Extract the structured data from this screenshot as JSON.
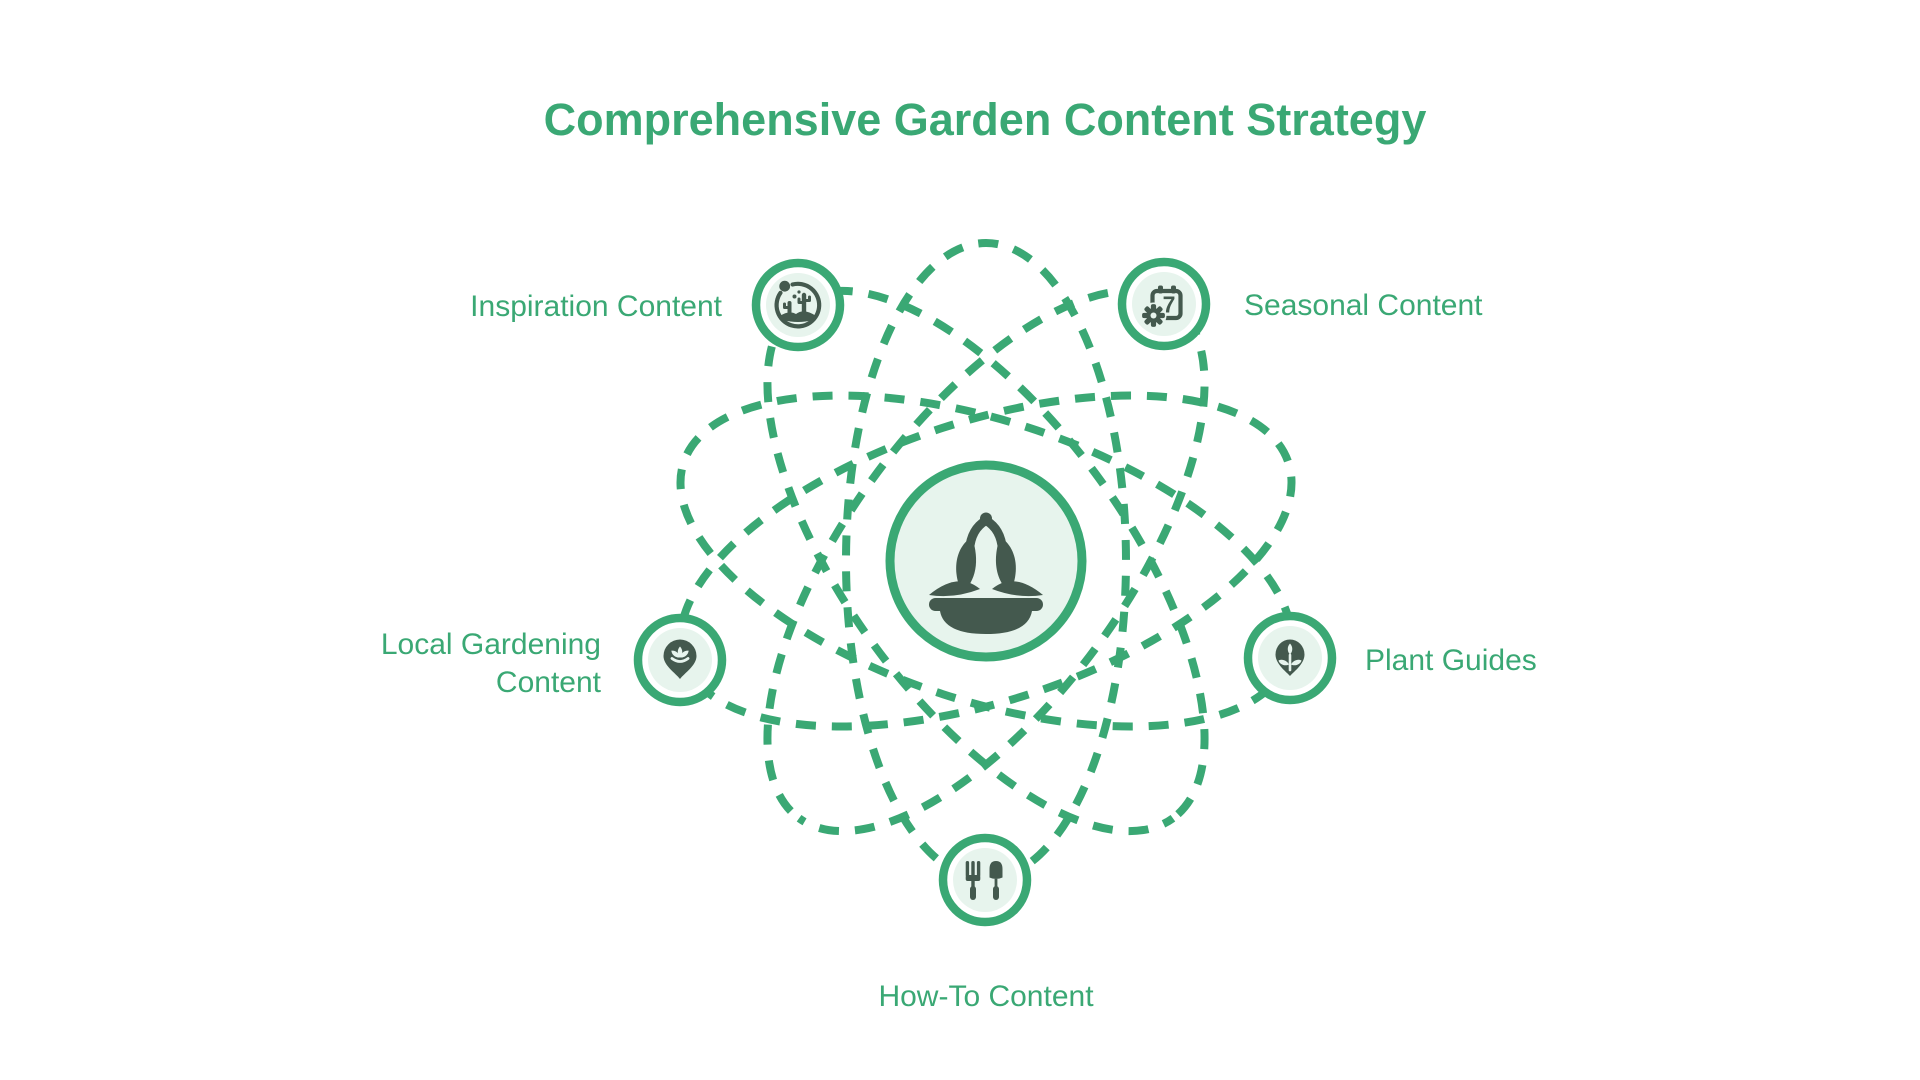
{
  "title": "Comprehensive Garden Content Strategy",
  "colors": {
    "accent_green": "#3AA874",
    "node_fill_light": "#E7F4ED",
    "icon_dark": "#44594E",
    "background": "#FFFFFF"
  },
  "center_node": {
    "icon": "lotus-bowl-icon"
  },
  "nodes": {
    "inspiration": {
      "label": "Inspiration Content",
      "icon": "terrarium-scene-icon"
    },
    "seasonal": {
      "label": "Seasonal Content",
      "icon": "calendar-gear-icon",
      "calendar_day": "7"
    },
    "local": {
      "label_line1": "Local Gardening",
      "label_line2": "Content",
      "icon": "map-pin-plant-icon"
    },
    "plant_guides": {
      "label": "Plant Guides",
      "icon": "seed-sprout-icon"
    },
    "how_to": {
      "label": "How-To Content",
      "icon": "garden-tools-icon"
    }
  }
}
